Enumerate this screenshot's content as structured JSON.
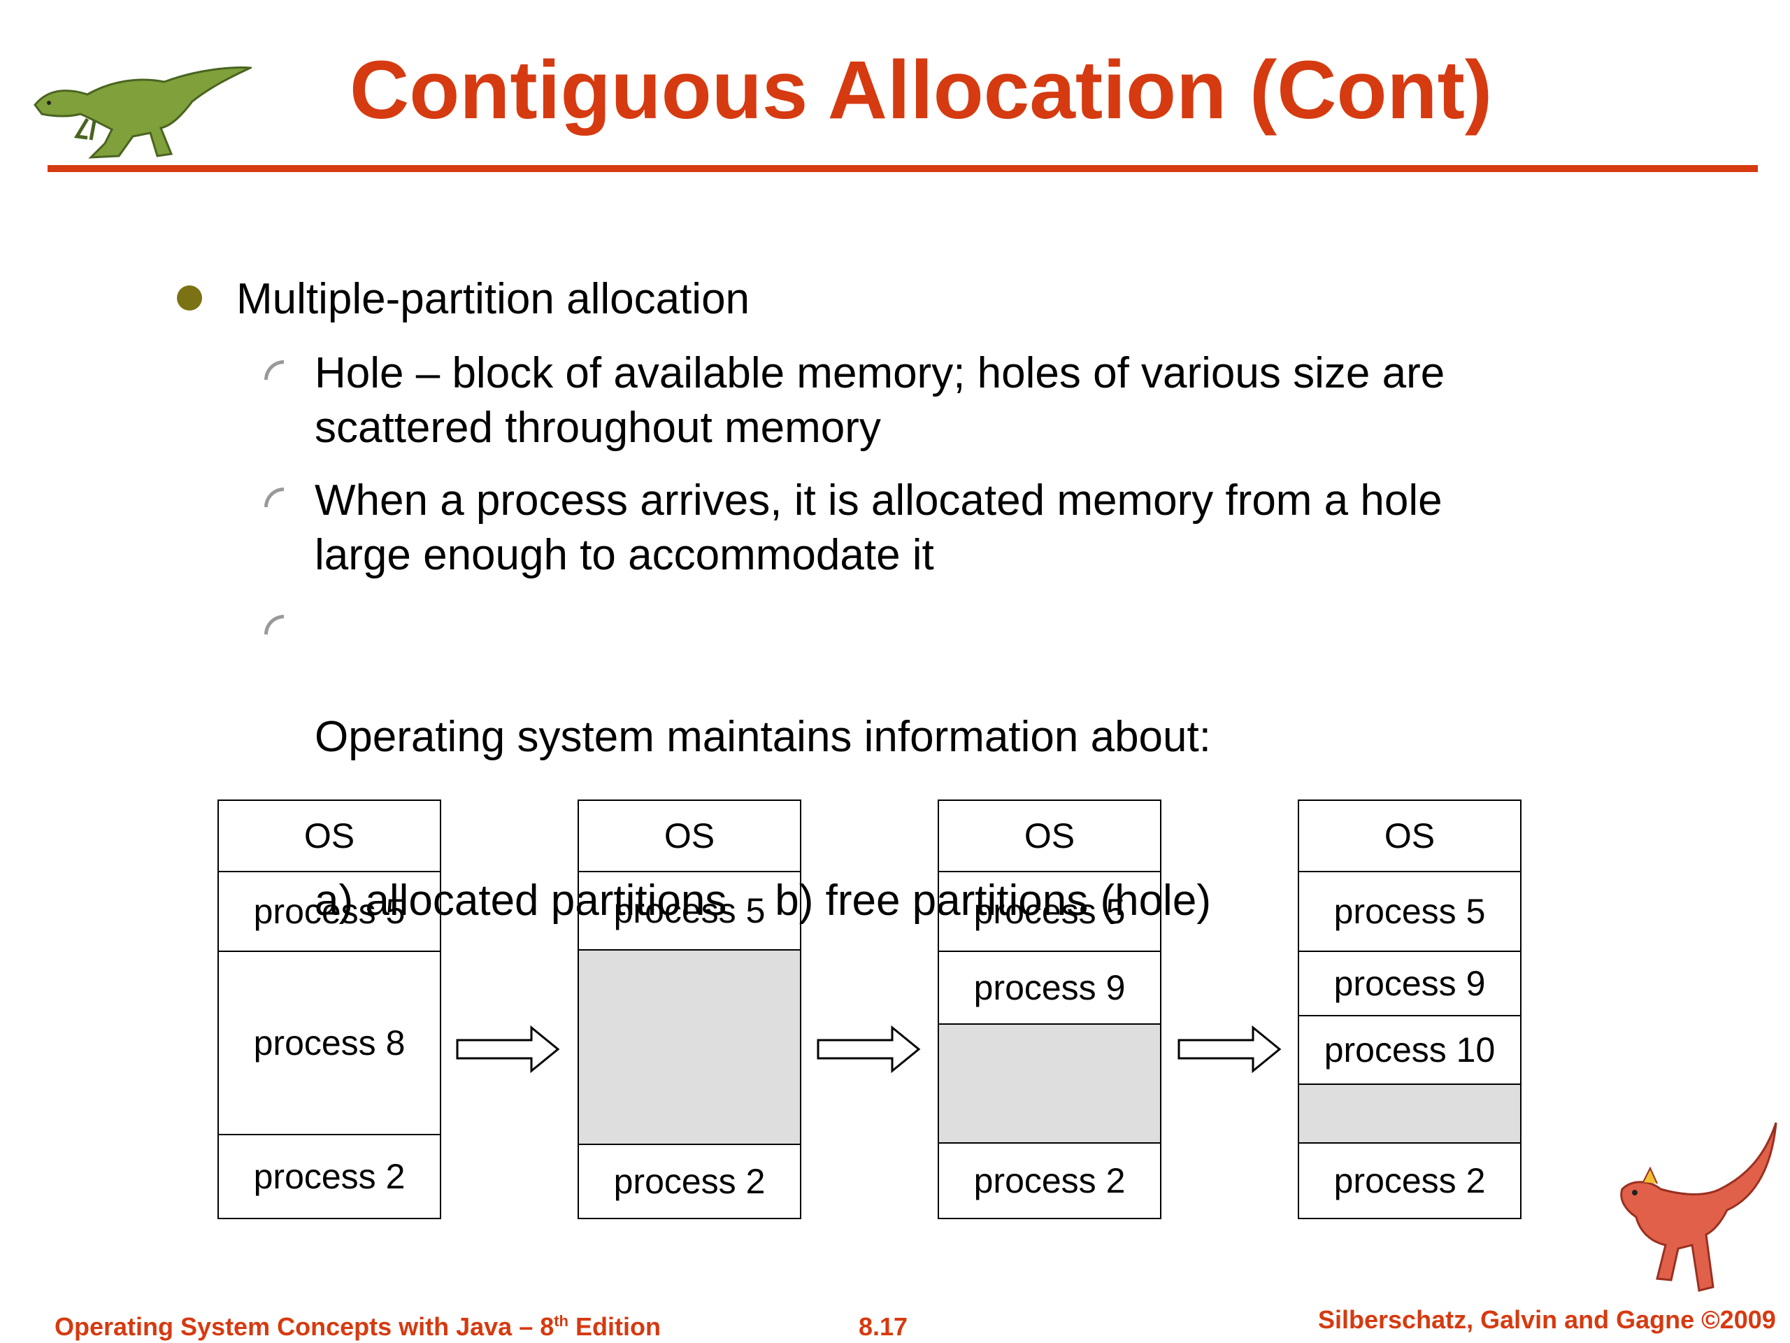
{
  "slide": {
    "title": "Contiguous Allocation (Cont)",
    "bullets": [
      {
        "text": "Multiple-partition allocation",
        "sub": [
          {
            "lines": [
              "Hole – block of available memory; holes of various size are",
              "scattered throughout memory"
            ]
          },
          {
            "lines": [
              "When a process arrives, it is allocated memory from a hole",
              "large enough to accommodate it"
            ]
          },
          {
            "lines": [
              "Operating system maintains information about:",
              "a) allocated partitions    b) free partitions (hole)"
            ]
          }
        ]
      }
    ]
  },
  "diagram": {
    "columns": [
      {
        "blocks": [
          {
            "label": "OS",
            "hole": false
          },
          {
            "label": "process 5",
            "hole": false
          },
          {
            "label": "process 8",
            "hole": false
          },
          {
            "label": "process 2",
            "hole": false
          }
        ]
      },
      {
        "blocks": [
          {
            "label": "OS",
            "hole": false
          },
          {
            "label": "process 5",
            "hole": false
          },
          {
            "label": "",
            "hole": true
          },
          {
            "label": "process 2",
            "hole": false
          }
        ]
      },
      {
        "blocks": [
          {
            "label": "OS",
            "hole": false
          },
          {
            "label": "process 5",
            "hole": false
          },
          {
            "label": "process 9",
            "hole": false
          },
          {
            "label": "",
            "hole": true
          },
          {
            "label": "process 2",
            "hole": false
          }
        ]
      },
      {
        "blocks": [
          {
            "label": "OS",
            "hole": false
          },
          {
            "label": "process 5",
            "hole": false
          },
          {
            "label": "process 9",
            "hole": false
          },
          {
            "label": "process 10",
            "hole": false
          },
          {
            "label": "",
            "hole": true
          },
          {
            "label": "process 2",
            "hole": false
          }
        ]
      }
    ]
  },
  "footer": {
    "left_prefix": "Operating System Concepts  with Java – 8",
    "left_sup": "th",
    "left_suffix": " Edition",
    "center": "8.17",
    "right": "Silberschatz, Galvin and Gagne ©2009"
  },
  "colors": {
    "accent": "#d63a10",
    "bullet": "#7a7214",
    "hole": "#dedede"
  }
}
